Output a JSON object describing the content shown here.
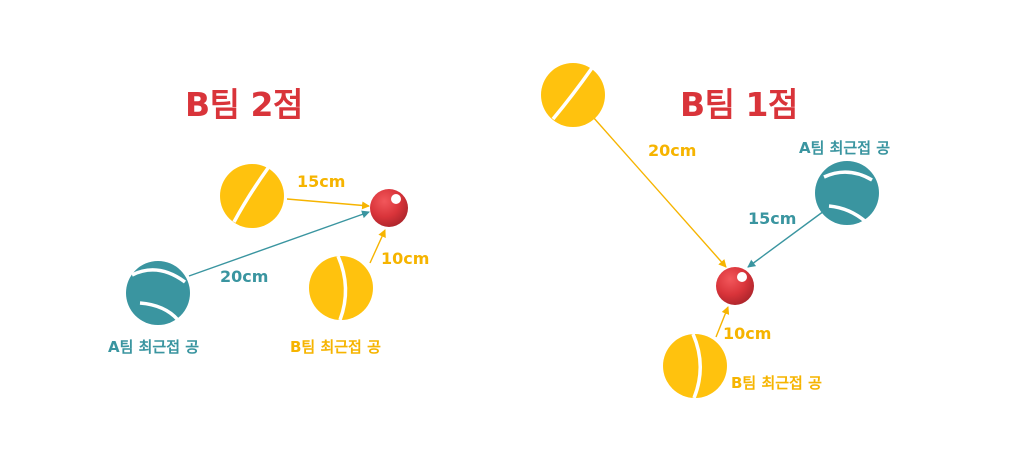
{
  "colors": {
    "team_a": "#3A95A0",
    "team_b": "#FFC20E",
    "jack": "#D9343A",
    "title": "#D9343A"
  },
  "left": {
    "title": "B팀 2점",
    "distances": {
      "top": "15cm",
      "blue": "20cm",
      "bottom": "10cm"
    },
    "captions": {
      "team_a": "A팀 최근접 공",
      "team_b": "B팀 최근접 공"
    }
  },
  "right": {
    "title": "B팀 1점",
    "distances": {
      "top": "20cm",
      "blue": "15cm",
      "bottom": "10cm"
    },
    "captions": {
      "team_a": "A팀 최근접 공",
      "team_b": "B팀 최근접 공"
    }
  }
}
